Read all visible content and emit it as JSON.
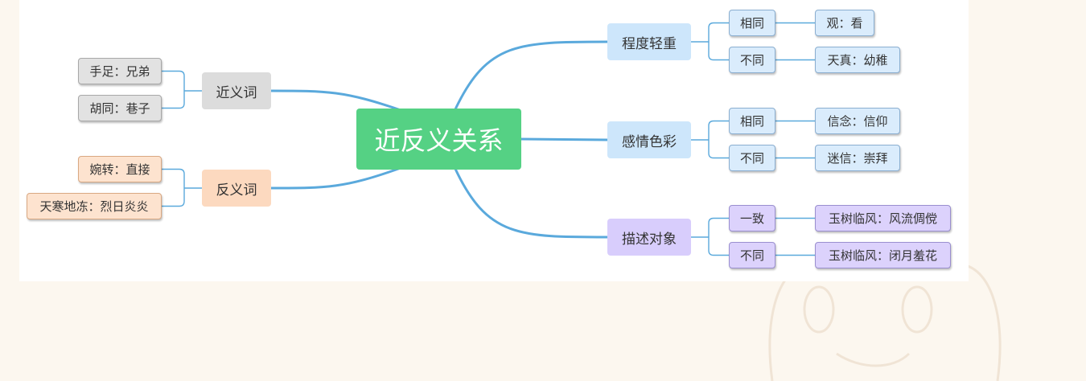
{
  "root": {
    "label": "近反义关系"
  },
  "left_branches": [
    {
      "label": "近义词",
      "leaves": [
        "手足：兄弟",
        "胡同：巷子"
      ]
    },
    {
      "label": "反义词",
      "leaves": [
        "婉转：直接",
        "天寒地冻：烈日炎炎"
      ]
    }
  ],
  "right_branches": [
    {
      "label": "程度轻重",
      "pairs": [
        {
          "relation": "相同",
          "example": "观：看"
        },
        {
          "relation": "不同",
          "example": "天真：幼稚"
        }
      ]
    },
    {
      "label": "感情色彩",
      "pairs": [
        {
          "relation": "相同",
          "example": "信念：信仰"
        },
        {
          "relation": "不同",
          "example": "迷信：崇拜"
        }
      ]
    },
    {
      "label": "描述对象",
      "pairs": [
        {
          "relation": "一致",
          "example": "玉树临风：风流倜傥"
        },
        {
          "relation": "不同",
          "example": "玉树临风：闭月羞花"
        }
      ]
    }
  ],
  "colors": {
    "root": "#55d184",
    "link": "#5aa9dc",
    "gray": "#dcdcdc",
    "peach": "#fcd9bf",
    "blue": "#cde6fb",
    "purple": "#d8cdfc",
    "background": "#fcf7ef"
  }
}
